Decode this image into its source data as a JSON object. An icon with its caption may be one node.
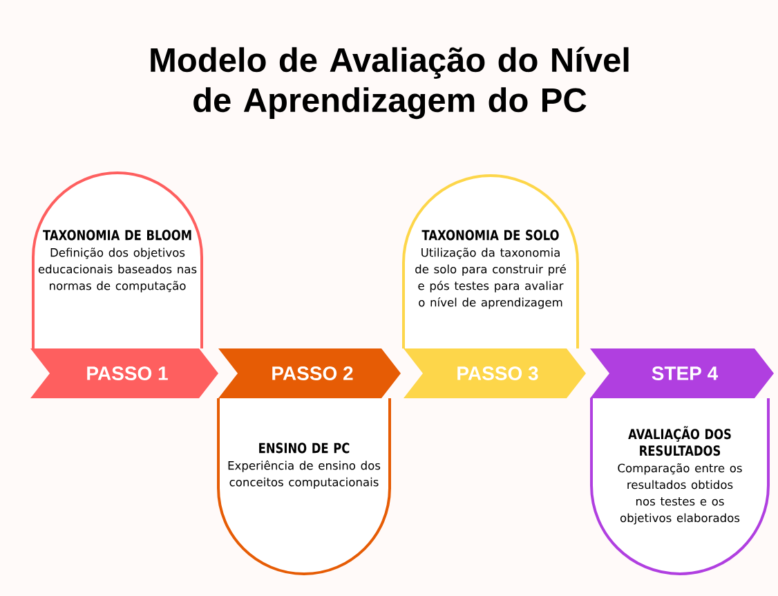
{
  "diagram": {
    "title": "Modelo de Avaliação do Nível de Aprendizagem do PC",
    "nodes": [
      {
        "text": [
          "TAXONOMIA DE BLOOM",
          "Definição dos objetivos educacionais baseados nas normas de computação"
        ]
      },
      {
        "text": [
          "TAXONOMIA DE SOLO",
          "Utilização da taxonomia de solo para construir pré e pós testes para avaliar o nível de aprendizagem"
        ]
      },
      {
        "text": [
          "PASSO 1"
        ]
      },
      {
        "text": [
          "PASSO 2"
        ]
      },
      {
        "text": [
          "PASSO 3"
        ]
      },
      {
        "text": [
          "STEP 4"
        ]
      },
      {
        "text": [
          "ENSINO DE PC",
          "Experiência de ensino dos conceitos computacionais"
        ]
      },
      {
        "text": [
          "AVALIAÇÃO DOS RESULTADOS",
          "Comparação entre os resultados obtidos nos testes e os objetivos elaborados"
        ]
      }
    ]
  }
}
